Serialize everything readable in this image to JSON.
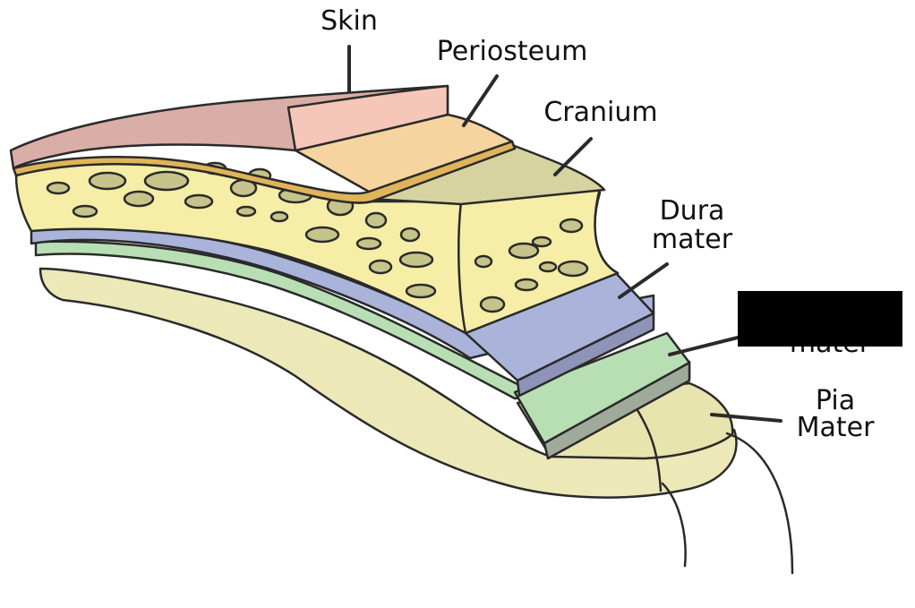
{
  "labels": {
    "skin": "Skin",
    "periosteum": "Periosteum",
    "cranium": "Cranium",
    "dura_line1": "Dura",
    "dura_line2": "mater",
    "arachnoid_partial": "mater",
    "pia_line1": "Pia",
    "pia_line2": "Mater"
  },
  "colors": {
    "skin": "#d9aea6",
    "skin_top": "#f6c6b8",
    "periosteum": "#f5d4a0",
    "periosteum_band": "#e0b45a",
    "cranium": "#f6eda6",
    "cranium_top": "#d7d3a0",
    "cranium_holes": "#c6c48a",
    "dura": "#aab3d9",
    "dura_edge": "#8f93b8",
    "arachnoid": "#b8dfb4",
    "arachnoid_edge": "#a0aa9a",
    "pia": "#e8e4ae",
    "brain": "#ece8b8",
    "outline": "#2a2a2a",
    "redaction": "#000000"
  }
}
